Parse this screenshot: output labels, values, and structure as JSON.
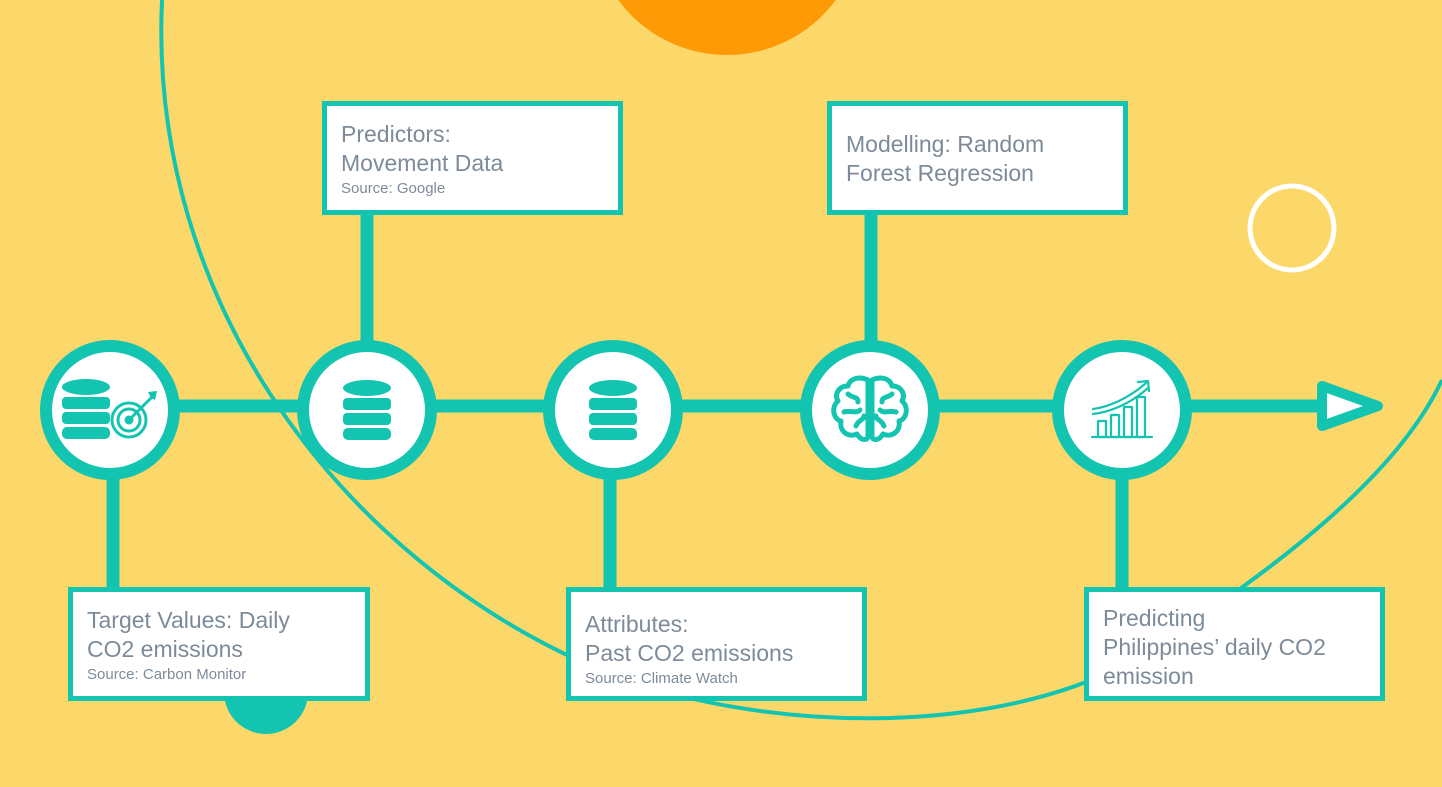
{
  "colors": {
    "background": "#fcd86a",
    "accent_teal": "#13c4b1",
    "accent_orange": "#fd9a05",
    "text_gray": "#7d8b99",
    "white": "#ffffff"
  },
  "nodes": [
    {
      "icon": "database-target-icon"
    },
    {
      "icon": "database-icon"
    },
    {
      "icon": "database-icon"
    },
    {
      "icon": "brain-icon"
    },
    {
      "icon": "growth-chart-icon"
    }
  ],
  "boxes": {
    "target_values": {
      "title": "Target Values: Daily\nCO2 emissions",
      "source": "Source: Carbon Monitor"
    },
    "predictors": {
      "title": "Predictors:\nMovement Data",
      "source": "Source: Google"
    },
    "attributes": {
      "title": "Attributes:\nPast CO2 emissions",
      "source": "Source: Climate Watch"
    },
    "modelling": {
      "title": "Modelling: Random\nForest Regression"
    },
    "predicting": {
      "title": "Predicting\nPhilippines’ daily CO2\nemission"
    }
  }
}
